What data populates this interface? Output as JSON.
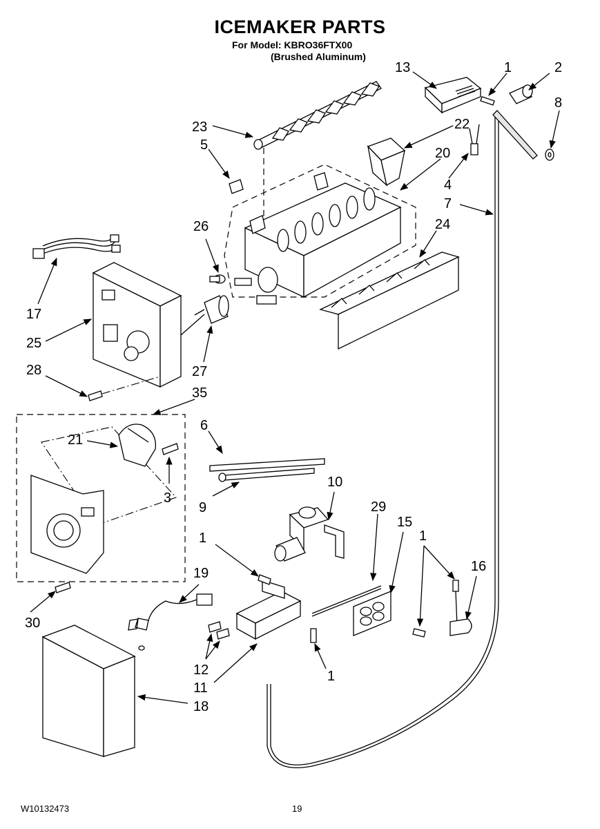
{
  "header": {
    "title": "ICEMAKER PARTS",
    "model_line": "For Model: KBRO36FTX00",
    "finish_line": "(Brushed Aluminum)"
  },
  "footer": {
    "doc_number": "W10132473",
    "page_number": "19"
  },
  "callouts": [
    {
      "id": "c13",
      "label": "13"
    },
    {
      "id": "c1a",
      "label": "1"
    },
    {
      "id": "c2",
      "label": "2"
    },
    {
      "id": "c8",
      "label": "8"
    },
    {
      "id": "c23",
      "label": "23"
    },
    {
      "id": "c22",
      "label": "22"
    },
    {
      "id": "c5",
      "label": "5"
    },
    {
      "id": "c20",
      "label": "20"
    },
    {
      "id": "c4",
      "label": "4"
    },
    {
      "id": "c7",
      "label": "7"
    },
    {
      "id": "c26",
      "label": "26"
    },
    {
      "id": "c24",
      "label": "24"
    },
    {
      "id": "c17",
      "label": "17"
    },
    {
      "id": "c25",
      "label": "25"
    },
    {
      "id": "c28",
      "label": "28"
    },
    {
      "id": "c27",
      "label": "27"
    },
    {
      "id": "c35",
      "label": "35"
    },
    {
      "id": "c6",
      "label": "6"
    },
    {
      "id": "c21",
      "label": "21"
    },
    {
      "id": "c3",
      "label": "3"
    },
    {
      "id": "c10",
      "label": "10"
    },
    {
      "id": "c9",
      "label": "9"
    },
    {
      "id": "c29",
      "label": "29"
    },
    {
      "id": "c15",
      "label": "15"
    },
    {
      "id": "c1b",
      "label": "1"
    },
    {
      "id": "c1c",
      "label": "1"
    },
    {
      "id": "c16",
      "label": "16"
    },
    {
      "id": "c19",
      "label": "19"
    },
    {
      "id": "c30",
      "label": "30"
    },
    {
      "id": "c12",
      "label": "12"
    },
    {
      "id": "c11",
      "label": "11"
    },
    {
      "id": "c1d",
      "label": "1"
    },
    {
      "id": "c18",
      "label": "18"
    }
  ]
}
